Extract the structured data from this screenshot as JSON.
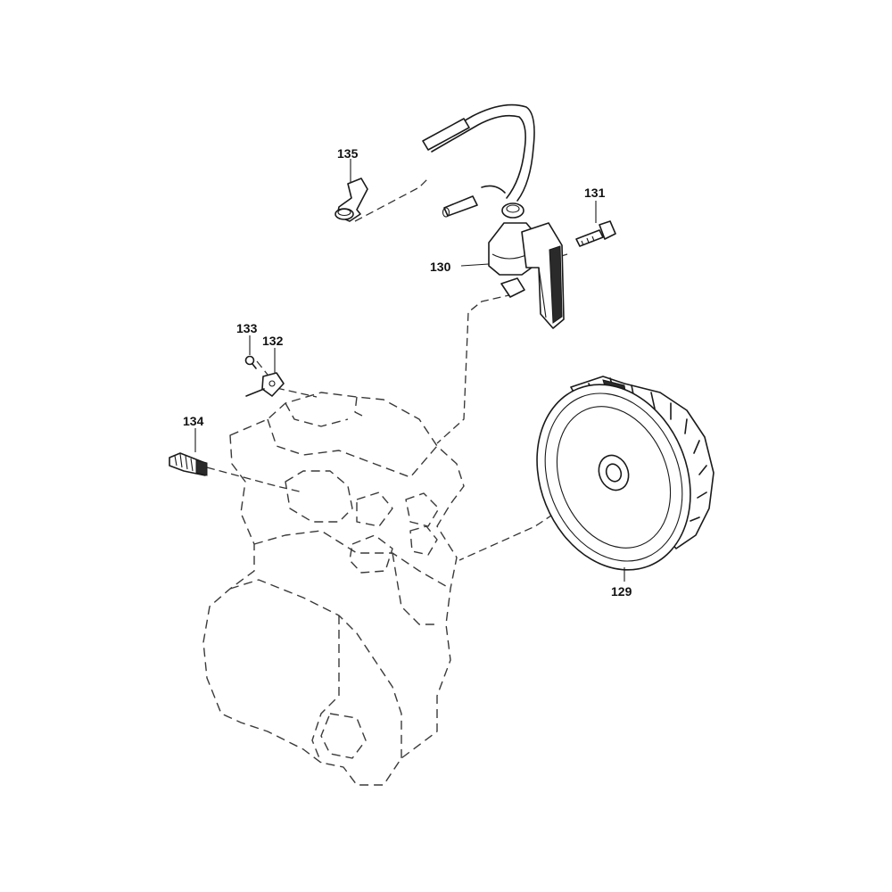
{
  "diagram": {
    "line_color": "#1a1a1a",
    "background": "#ffffff",
    "callouts": [
      {
        "id": "c135",
        "label": "135",
        "part": "spark-plug-boot"
      },
      {
        "id": "c131",
        "label": "131",
        "part": "coil-bolt"
      },
      {
        "id": "c130",
        "label": "130",
        "part": "ignition-coil"
      },
      {
        "id": "c133",
        "label": "133",
        "part": "small-screw"
      },
      {
        "id": "c132",
        "label": "132",
        "part": "stop-switch-clip"
      },
      {
        "id": "c134",
        "label": "134",
        "part": "spark-plug"
      },
      {
        "id": "c129",
        "label": "129",
        "part": "flywheel"
      }
    ]
  }
}
